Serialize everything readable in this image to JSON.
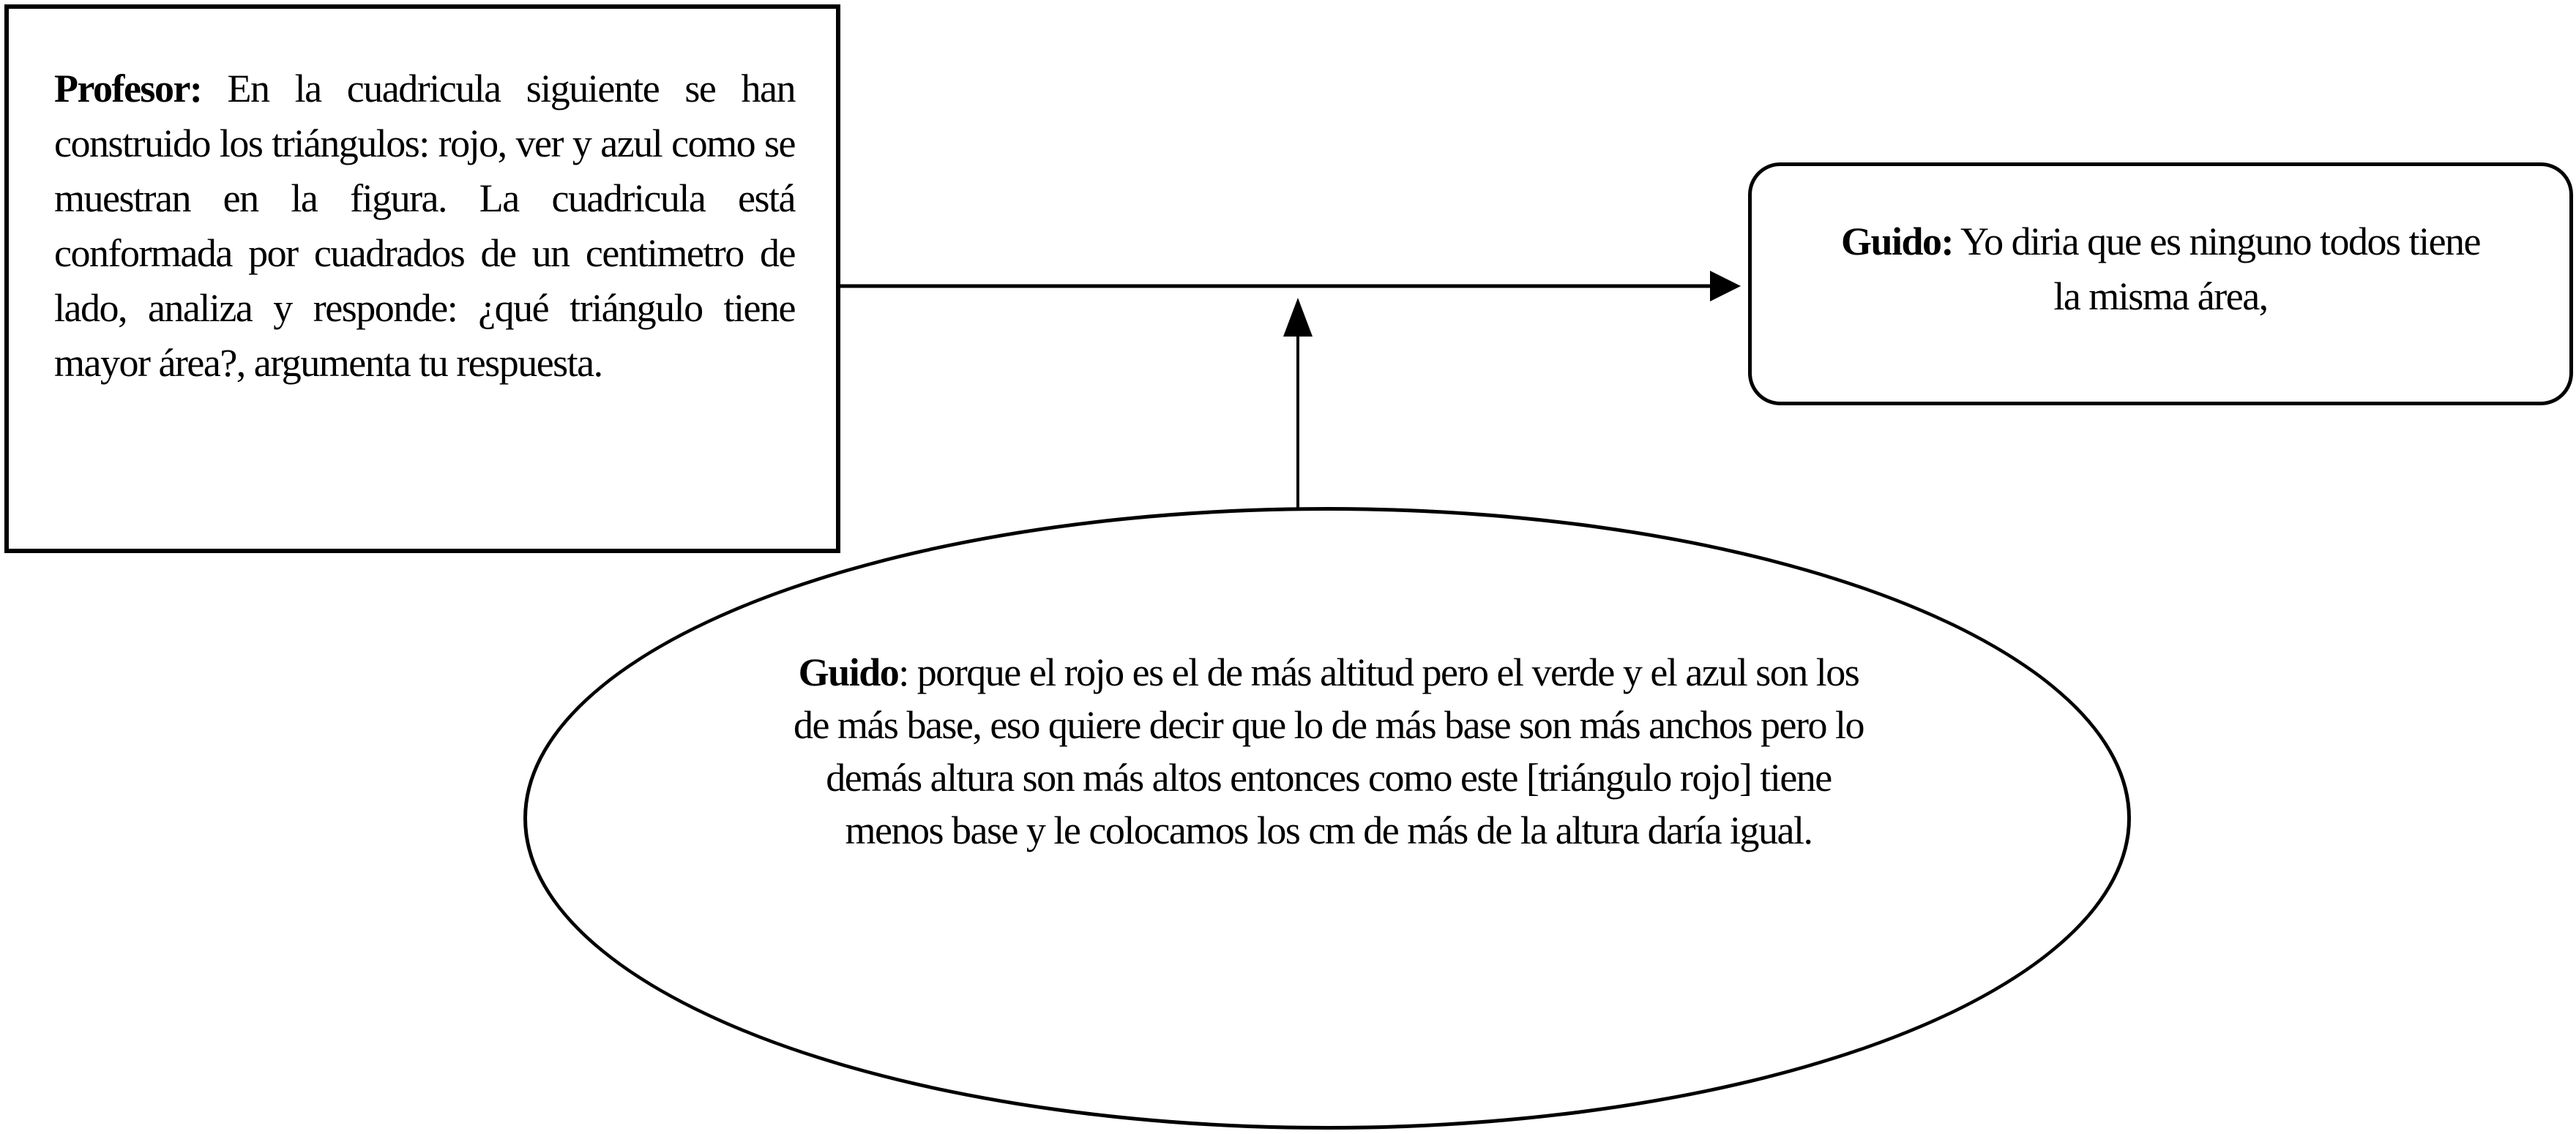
{
  "diagram": {
    "profesor_box": {
      "speaker": "Profesor:",
      "text": " En la cuadricula siguiente se han construido los triángulos: rojo, ver y azul como se muestran en la figura. La cuadricula está conformada por cuadrados de un centimetro de lado, analiza y responde: ¿qué triángulo tiene mayor área?, argumenta tu respuesta."
    },
    "guido_answer_box": {
      "speaker": "Guido:",
      "text": " Yo diria que es ninguno todos tiene la misma área,"
    },
    "guido_argument_ellipse": {
      "speaker": "Guido",
      "text": ": porque el rojo es el de más altitud pero el verde y el azul son los de más base, eso quiere decir que lo de más base son más anchos pero lo demás altura son más altos entonces como este [triángulo rojo] tiene menos base y le colocamos los cm de más de la altura daría igual."
    },
    "connectors": [
      {
        "from": "profesor_box",
        "to": "guido_answer_box",
        "direction": "right"
      },
      {
        "from": "guido_argument_ellipse",
        "to": "profesor_to_answer_arrow",
        "direction": "up"
      }
    ],
    "colors": {
      "stroke": "#000000",
      "background": "#ffffff"
    }
  }
}
